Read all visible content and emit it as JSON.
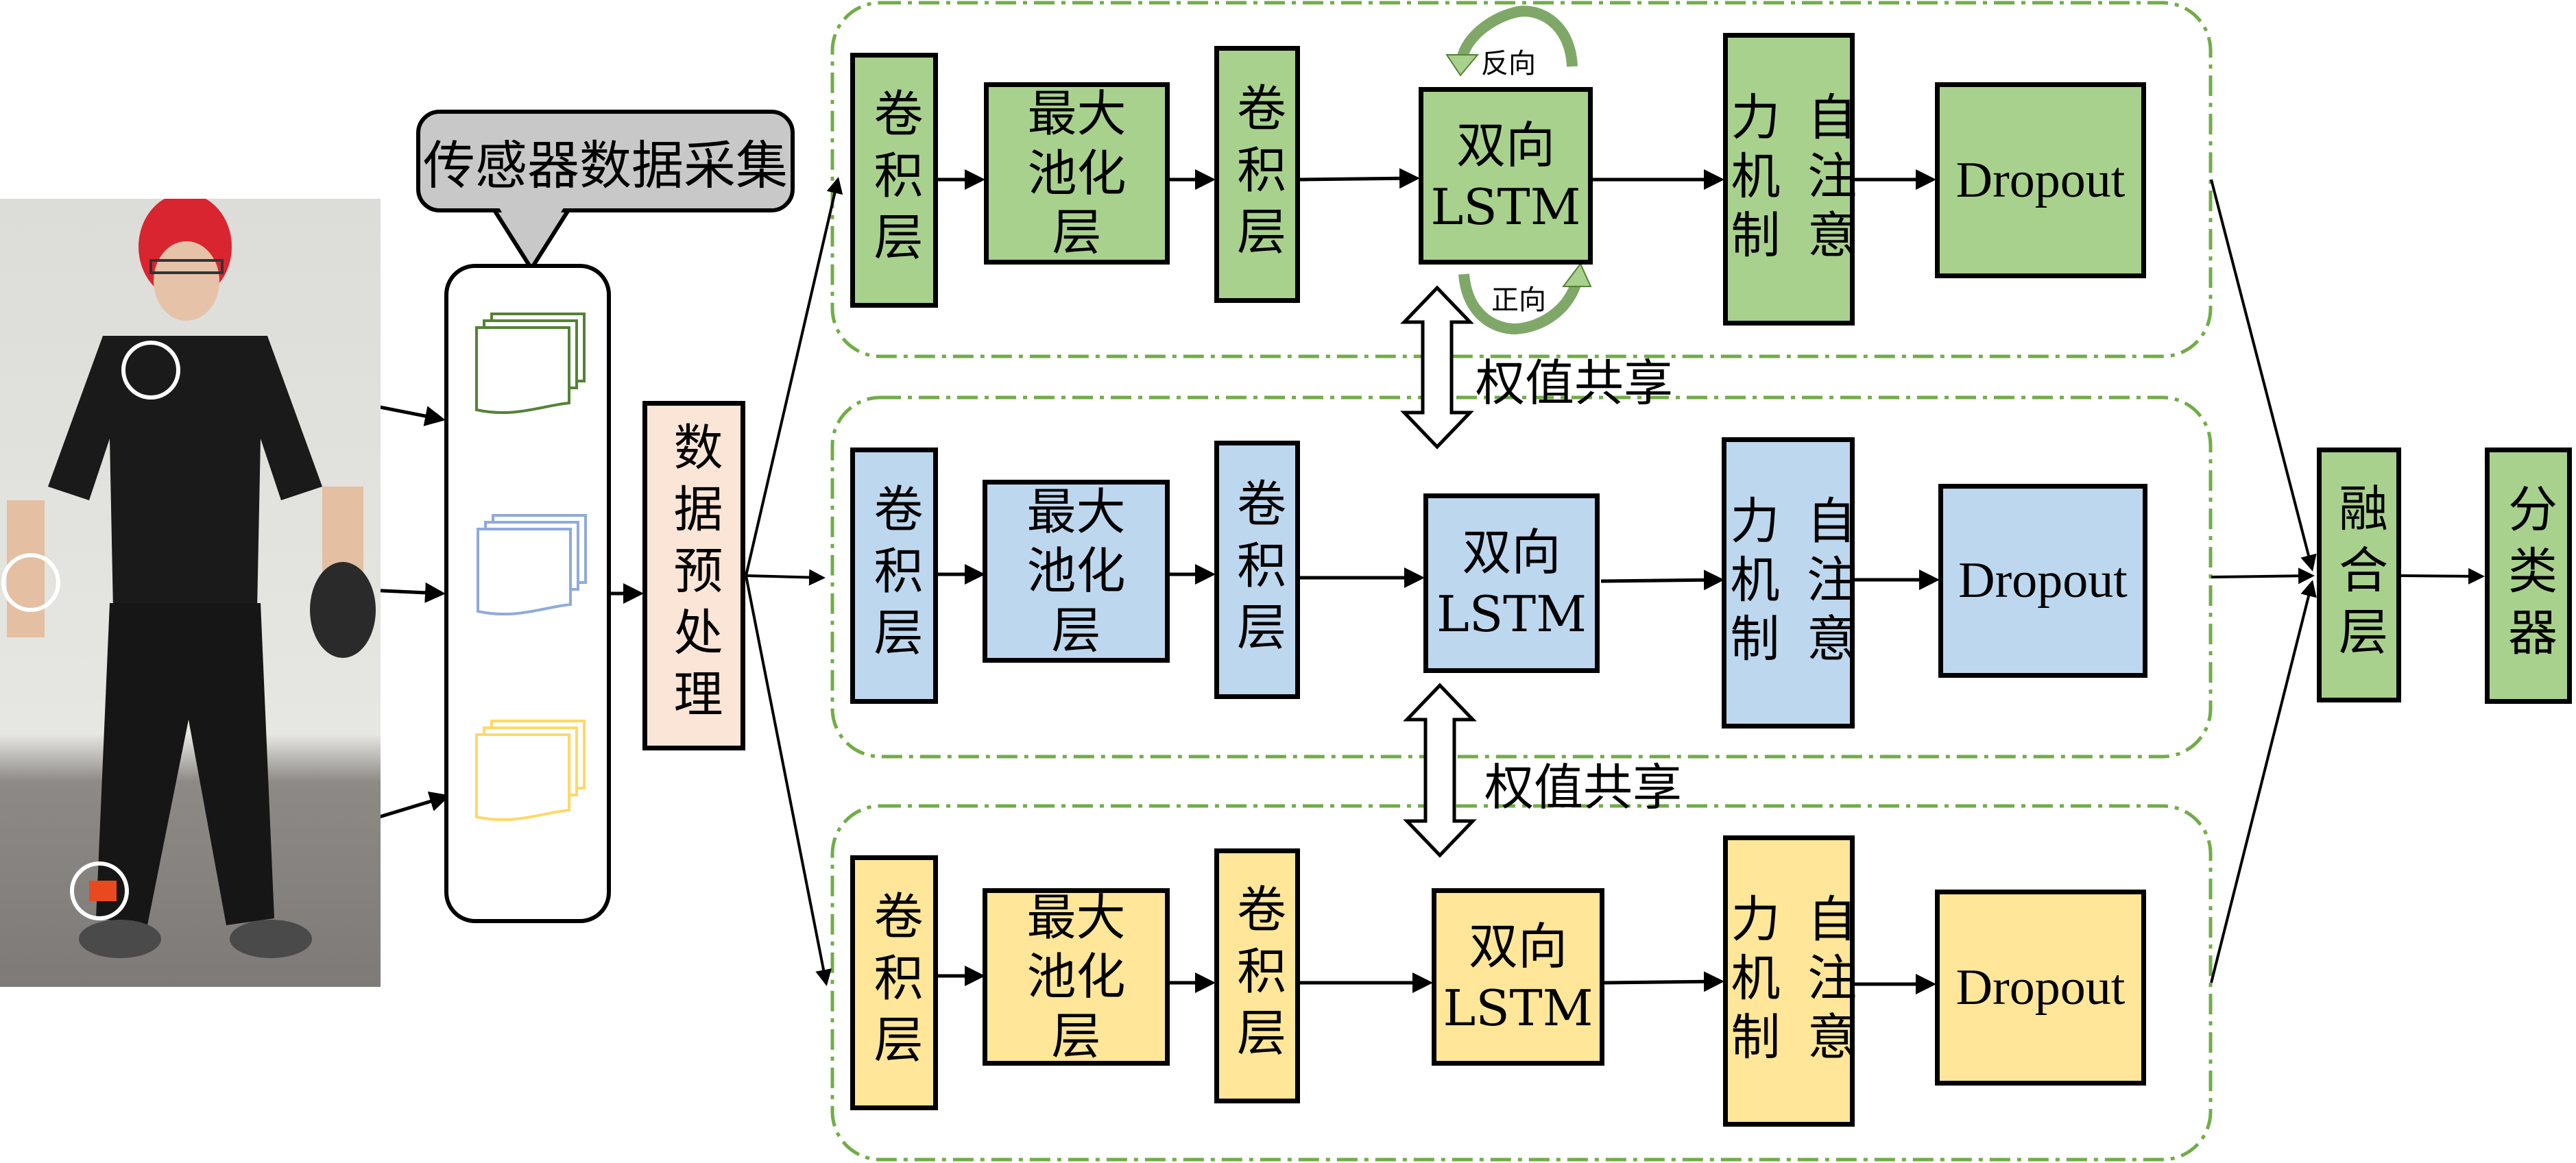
{
  "title": "传感器数据采集",
  "preprocess": "数据预处理",
  "weight_sharing_labels": [
    "权值共享",
    "权值共享"
  ],
  "lstm_direction": {
    "reverse": "反向",
    "forward": "正向"
  },
  "branches": [
    {
      "color_name": "green",
      "fill": "#a9d18e",
      "sensor_stroke": "#548235",
      "conv1": "卷积层",
      "pool": "最大池化层",
      "conv2": "卷积层",
      "lstm_line1": "双向",
      "lstm_line2": "LSTM",
      "attention": "自注意力机制",
      "dropout": "Dropout"
    },
    {
      "color_name": "blue",
      "fill": "#bdd7ee",
      "sensor_stroke": "#8faadc",
      "conv1": "卷积层",
      "pool": "最大池化层",
      "conv2": "卷积层",
      "lstm_line1": "双向",
      "lstm_line2": "LSTM",
      "attention": "自注意力机制",
      "dropout": "Dropout"
    },
    {
      "color_name": "yellow",
      "fill": "#ffe699",
      "sensor_stroke": "#ffd966",
      "conv1": "卷积层",
      "pool": "最大池化层",
      "conv2": "卷积层",
      "lstm_line1": "双向",
      "lstm_line2": "LSTM",
      "attention": "自注意力机制",
      "dropout": "Dropout"
    }
  ],
  "attention_columns": [
    {
      "left": "力机制",
      "right": "自注意"
    }
  ],
  "fusion": "融合层",
  "classifier": "分类器",
  "photo": {
    "description": "person wearing red headgear with sensors on shoulder, wrist and ankle",
    "sensor_locations": [
      "shoulder",
      "wrist",
      "ankle"
    ]
  },
  "colors": {
    "group_border": "#70ad47",
    "fusion_fill": "#a9d18e",
    "preprocess_fill": "#fbe5d6",
    "bubble_fill": "#c8c8c8"
  }
}
